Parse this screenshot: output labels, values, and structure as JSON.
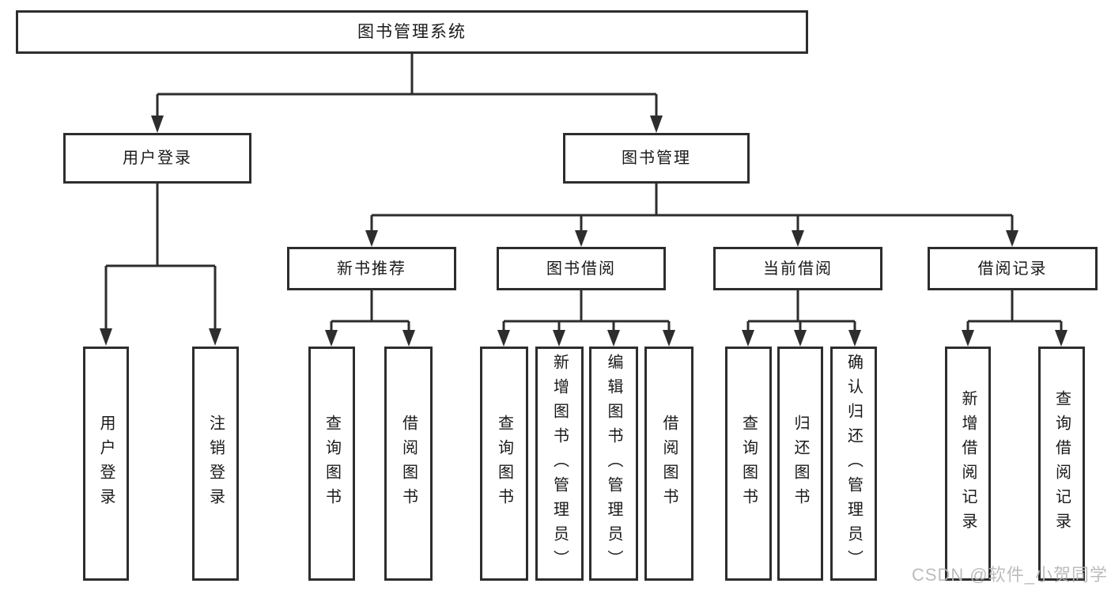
{
  "tree": {
    "label": "图书管理系统",
    "children": [
      {
        "label": "用户登录",
        "children": [
          {
            "label": "用户登录"
          },
          {
            "label": "注销登录"
          }
        ]
      },
      {
        "label": "图书管理",
        "children": [
          {
            "label": "新书推荐",
            "children": [
              {
                "label": "查询图书"
              },
              {
                "label": "借阅图书"
              }
            ]
          },
          {
            "label": "图书借阅",
            "children": [
              {
                "label": "查询图书"
              },
              {
                "label": "新增图书（管理员）"
              },
              {
                "label": "编辑图书（管理员）"
              },
              {
                "label": "借阅图书"
              }
            ]
          },
          {
            "label": "当前借阅",
            "children": [
              {
                "label": "查询图书"
              },
              {
                "label": "归还图书"
              },
              {
                "label": "确认归还（管理员）"
              }
            ]
          },
          {
            "label": "借阅记录",
            "children": [
              {
                "label": "新增借阅记录"
              },
              {
                "label": "查询借阅记录"
              }
            ]
          }
        ]
      }
    ]
  },
  "watermark": {
    "text": "CSDN @软件_小贺同学"
  },
  "colors": {
    "border": "#2d2d2d",
    "line": "#2d2d2d",
    "text": "#191919",
    "watermark": "#b7b7b7",
    "background": "#ffffff"
  }
}
